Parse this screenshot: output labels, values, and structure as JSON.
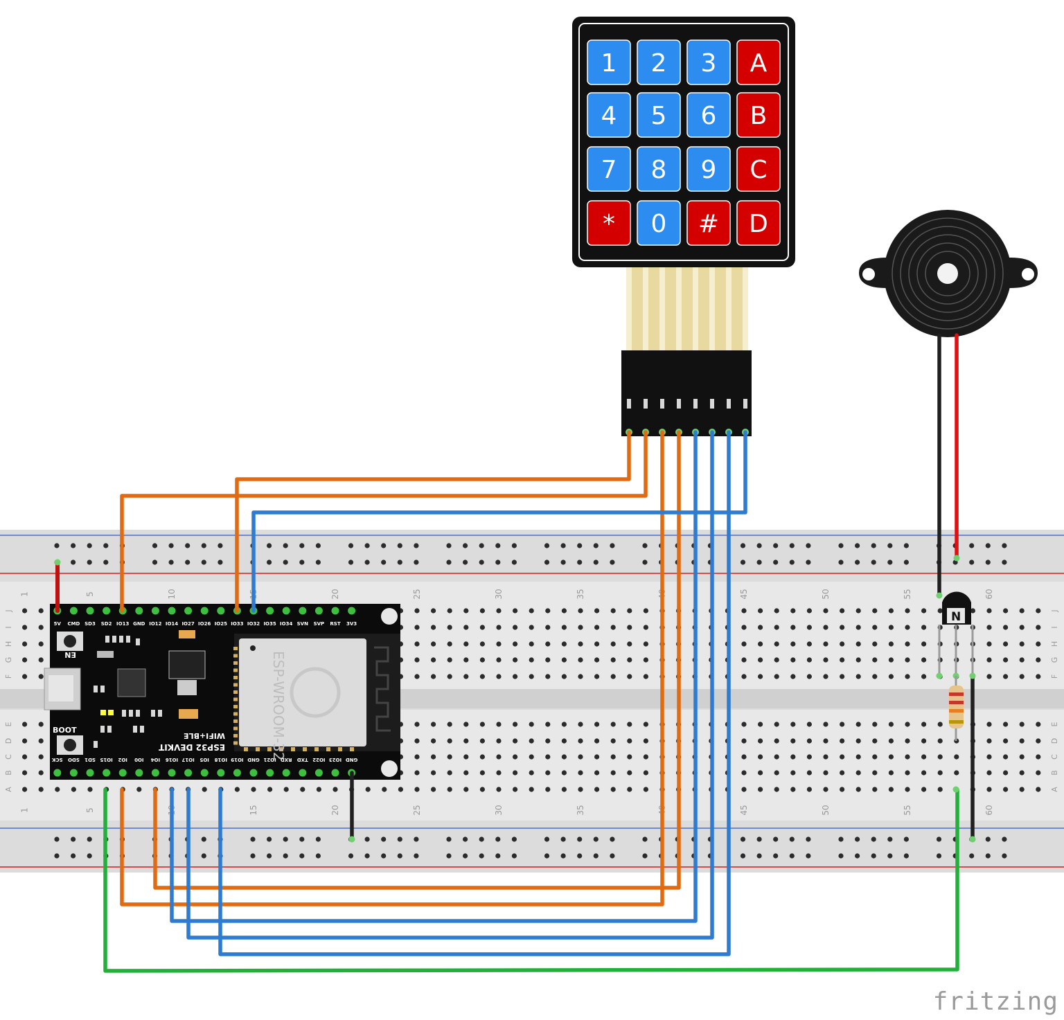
{
  "keypad": {
    "keys": [
      {
        "label": "1",
        "type": "digit"
      },
      {
        "label": "2",
        "type": "digit"
      },
      {
        "label": "3",
        "type": "digit"
      },
      {
        "label": "A",
        "type": "letter"
      },
      {
        "label": "4",
        "type": "digit"
      },
      {
        "label": "5",
        "type": "digit"
      },
      {
        "label": "6",
        "type": "digit"
      },
      {
        "label": "B",
        "type": "letter"
      },
      {
        "label": "7",
        "type": "digit"
      },
      {
        "label": "8",
        "type": "digit"
      },
      {
        "label": "9",
        "type": "digit"
      },
      {
        "label": "C",
        "type": "letter"
      },
      {
        "label": "*",
        "type": "letter"
      },
      {
        "label": "0",
        "type": "digit"
      },
      {
        "label": "#",
        "type": "letter"
      },
      {
        "label": "D",
        "type": "letter"
      }
    ]
  },
  "esp32": {
    "top_pins": [
      "5V",
      "CMD",
      "SD3",
      "SD2",
      "IO13",
      "GND",
      "IO12",
      "IO14",
      "IO27",
      "IO26",
      "IO25",
      "IO33",
      "IO32",
      "IO35",
      "IO34",
      "SVN",
      "SVP",
      "RST",
      "3V3"
    ],
    "bottom_pins": [
      "SCK",
      "SDO",
      "SD1",
      "IO15",
      "IO2",
      "IO0",
      "IO4",
      "IO16",
      "IO17",
      "IO5",
      "IO18",
      "IO19",
      "GND",
      "IO21",
      "RXD",
      "TXD",
      "IO22",
      "IO23",
      "GND"
    ],
    "button_en": "EN",
    "button_boot": "BOOT",
    "board_label_1": "WIFI+BLE",
    "board_label_2": "ESP32 DEVKIT",
    "module_label": "ESP-WROOM-32"
  },
  "breadboard": {
    "column_numbers": [
      "1",
      "5",
      "10",
      "15",
      "20",
      "25",
      "30",
      "35",
      "40",
      "45",
      "50",
      "55",
      "60"
    ],
    "row_labels_top": [
      "J",
      "I",
      "H",
      "G",
      "F"
    ],
    "row_labels_bottom": [
      "E",
      "D",
      "C",
      "B",
      "A"
    ]
  },
  "transistor": {
    "label": "N"
  },
  "colors": {
    "orange_wire": "#e06b13",
    "blue_wire": "#2e7bd0",
    "green_wire": "#22b03a",
    "red_wire": "#e01010",
    "black_wire": "#202020",
    "key_blue": "#2d8cf0",
    "key_red": "#d40000"
  },
  "brand": "fritzing"
}
